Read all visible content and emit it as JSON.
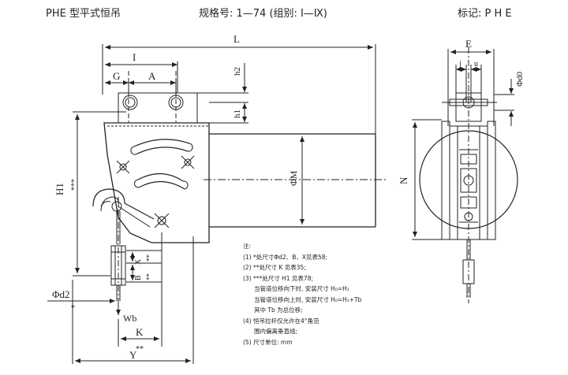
{
  "header": {
    "title": "PHE 型平式恒吊",
    "spec": "规格号: 1—74  (组别: Ⅰ—Ⅸ)",
    "mark": "标记: P H E"
  },
  "dimensions": {
    "L": "L",
    "I": "I",
    "G": "G",
    "A": "A",
    "h2": "h2",
    "h1": "h1",
    "H1": "H1",
    "H1_mark": "***",
    "phiM": "ΦM",
    "phid2": "Φd2",
    "phid2_mark": "*",
    "Wb": "Wb",
    "K": "K",
    "K_mark": "**",
    "Y": "Y",
    "B": "B",
    "X": "X",
    "stars_a": "**",
    "stars_b": "**",
    "E": "E",
    "j": "j",
    "u": "u",
    "phid0": "Φd0",
    "N": "N"
  },
  "notes": {
    "heading": "注:",
    "items": [
      "(1) *处尺寸Φd2、B、X见表58;",
      "(2) **处尺寸 K 见表35;",
      "(3) ***处尺寸 H1 见表78;",
      "当管道位移向下时, 安装尺寸 H₀=H₁",
      "当管道位移向上时, 安装尺寸 H₀=H₁+Tb",
      "其中 Tb 为总位移;",
      "(4) 恒吊拉杆仅允许在4°角范",
      "围内偏离垂直线;",
      "(5) 尺寸单位: mm"
    ]
  }
}
